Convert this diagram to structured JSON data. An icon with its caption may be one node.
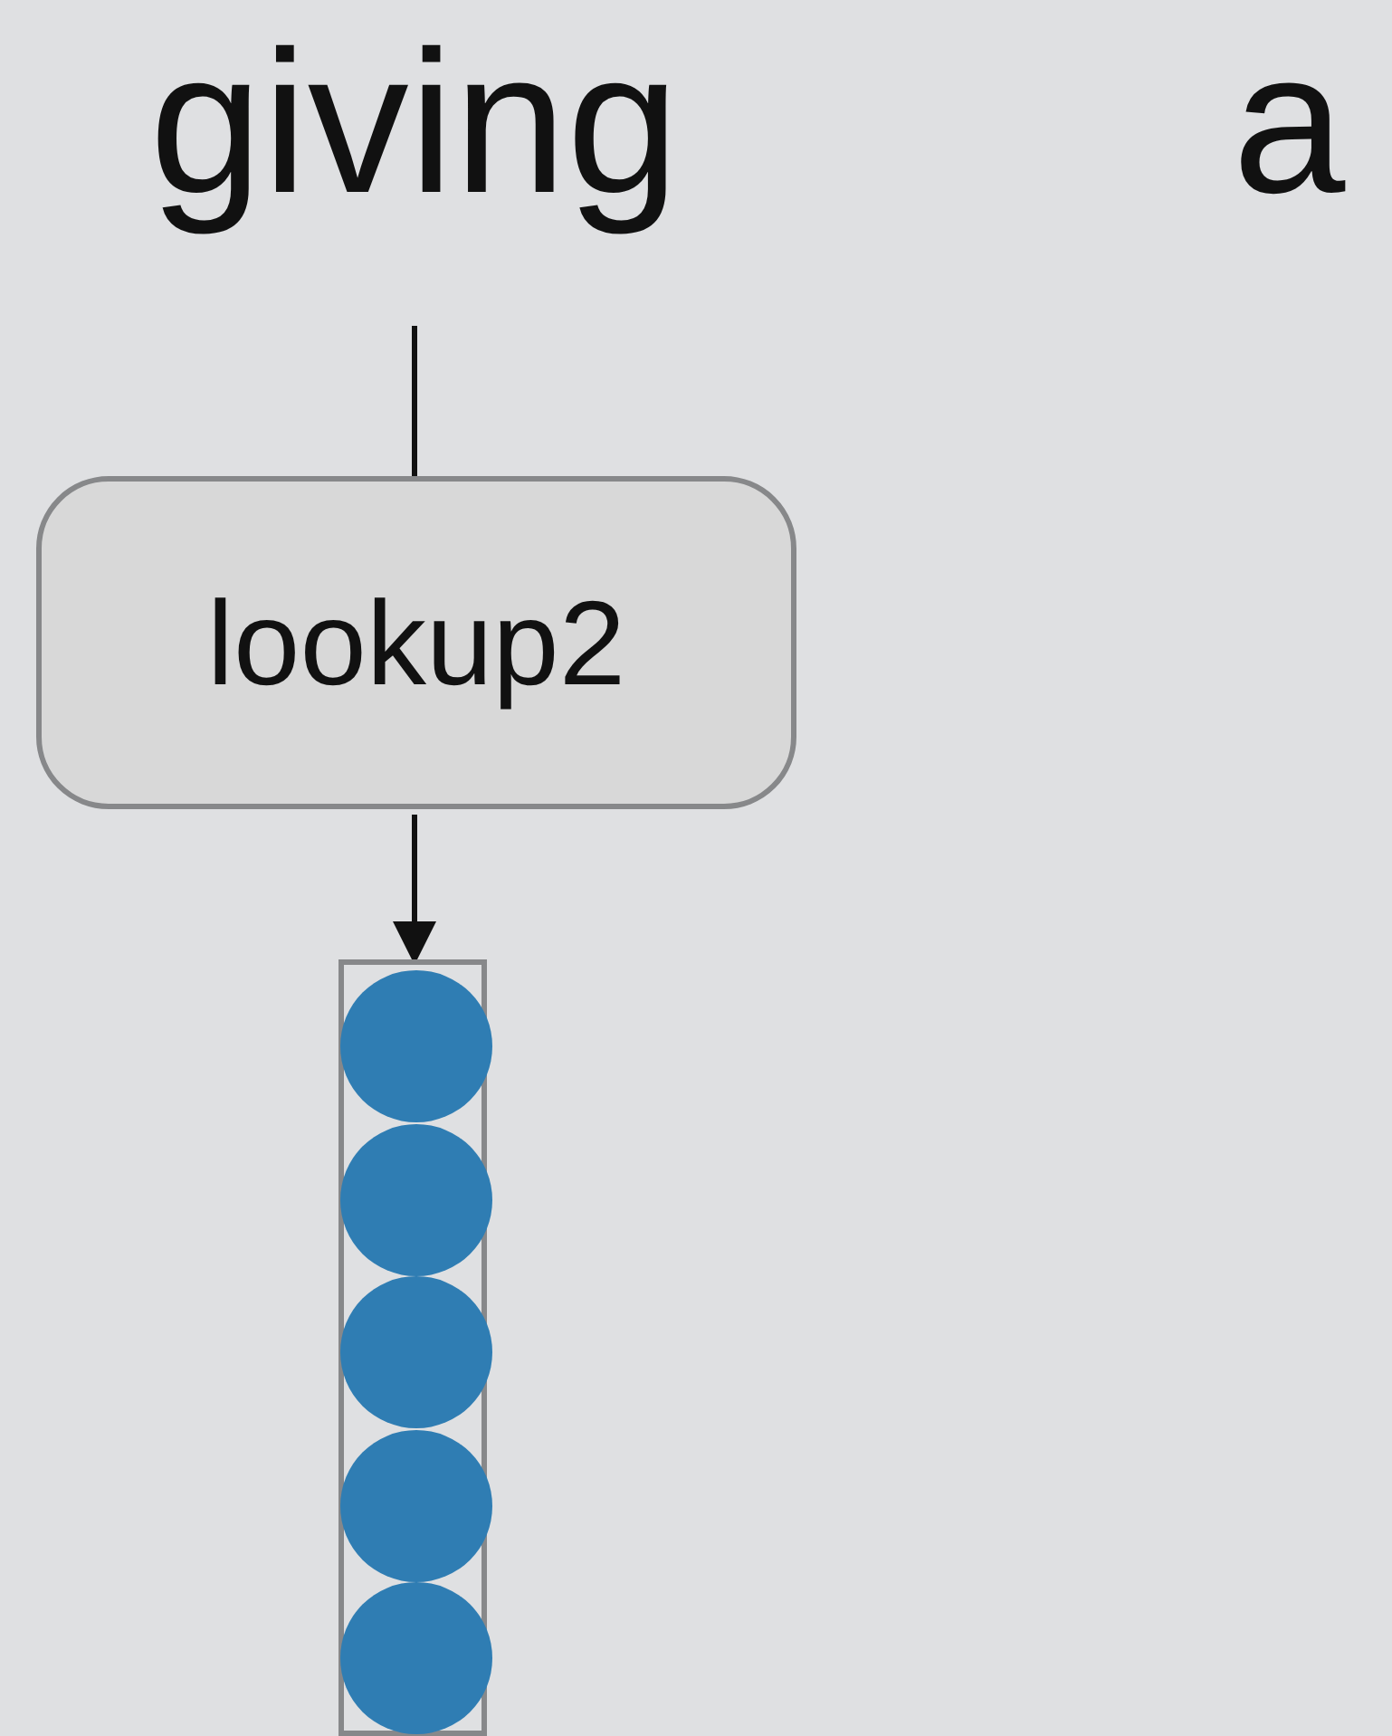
{
  "diagram": {
    "nodes": [
      {
        "text": [
          "giving"
        ]
      },
      {
        "text": [
          "lookup2"
        ]
      },
      {
        "text": [],
        "shape": "bar"
      },
      {
        "text": [],
        "shape": "circle",
        "in": 2
      },
      {
        "text": [],
        "shape": "circle",
        "in": 2
      },
      {
        "text": [],
        "shape": "circle",
        "in": 2
      },
      {
        "text": [],
        "shape": "circle",
        "in": 2
      },
      {
        "text": [],
        "shape": "circle",
        "in": 2
      }
    ],
    "edges": [
      {
        "from": 0,
        "to": 1,
        "arrow": "none"
      },
      {
        "from": 1,
        "to": 2,
        "arrow": "to"
      }
    ],
    "labels": [
      "a"
    ]
  }
}
